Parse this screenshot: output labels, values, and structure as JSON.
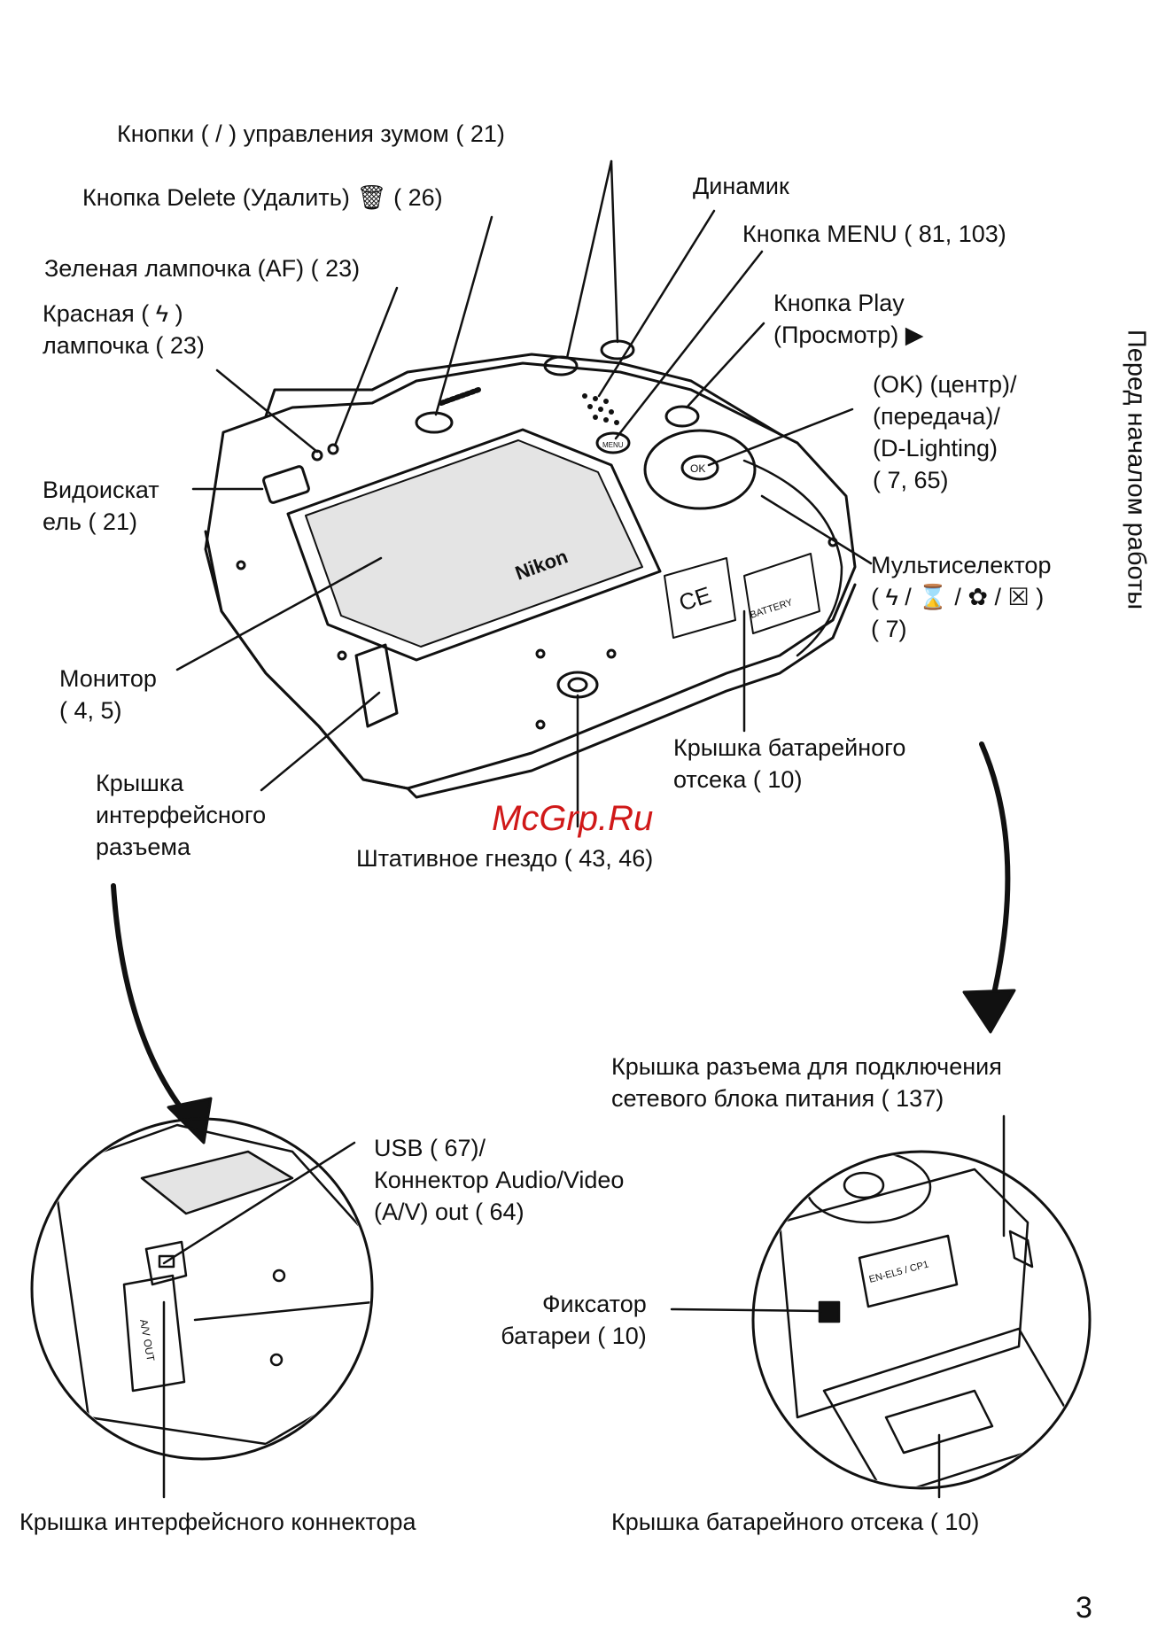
{
  "labels": {
    "zoom": {
      "text": "Кнопки (  /    ) управления зумом (  21)"
    },
    "delete": {
      "text": "Кнопка Delete (Удалить) 🗑 (  26)"
    },
    "speaker": {
      "text": "Динамик"
    },
    "menu": {
      "text": "Кнопка MENU (  81, 103)"
    },
    "green_lamp": {
      "text": "Зеленая лампочка (AF) (  23)"
    },
    "red_lamp": {
      "line1": "Красная ( ϟ )",
      "line2": "лампочка (  23)"
    },
    "play": {
      "line1": "Кнопка Play",
      "line2": "(Просмотр) ▶"
    },
    "ok": {
      "line1": "(OK) (центр)/",
      "line2": "(передача)/",
      "line3": "(D-Lighting)",
      "line4": "(  7, 65)"
    },
    "viewfinder": {
      "line1": "Видоискат",
      "line2": "ель (  21)"
    },
    "multiselector": {
      "line1": "Мультиселектор",
      "line2": "( ϟ / ⌛ / ✿ / ☒ )",
      "line3": "(  7)"
    },
    "monitor": {
      "line1": "Монитор",
      "line2": "(  4, 5)"
    },
    "battery_cover_top": {
      "line1": "Крышка батарейного",
      "line2": "отсека (  10)"
    },
    "interface_cover": {
      "line1": "Крышка",
      "line2": "интерфейсного",
      "line3": "разъема"
    },
    "tripod": {
      "text": "Штативное гнездо (  43, 46)"
    },
    "power_connector": {
      "line1": "Крышка разъема для подключения",
      "line2": "сетевого блока питания (  137)"
    },
    "usb": {
      "line1": "USB (  67)/",
      "line2": "Коннектор Audio/Video",
      "line3": "(A/V) out (  64)"
    },
    "battery_latch": {
      "line1": "Фиксатор",
      "line2": "батареи (  10)"
    },
    "interface_connector_cover": {
      "text": "Крышка интерфейсного коннектора"
    },
    "battery_cover_bottom": {
      "text": "Крышка батарейного отсека (  10)"
    }
  },
  "camera_marks": {
    "brand": "Nikon",
    "battery_text": "BATTERY",
    "ce": "CE",
    "battery_model": "EN-EL5 / CP1",
    "av_port": "A/V OUT",
    "ok_button": "OK",
    "menu_button": "MENU"
  },
  "side_title": "Перед началом работы",
  "page_number": "3",
  "watermark": "McGrp.Ru"
}
